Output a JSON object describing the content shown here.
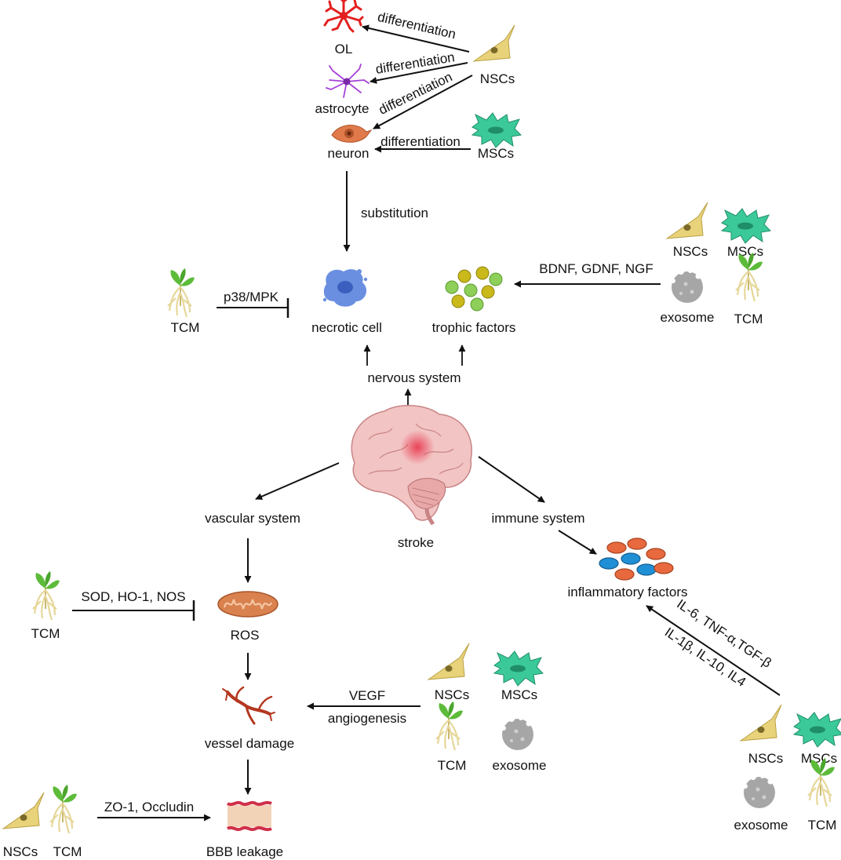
{
  "top": {
    "cells": {
      "ol": "OL",
      "astrocyte": "astrocyte",
      "neuron": "neuron",
      "nscs": "NSCs",
      "mscs": "MSCs"
    },
    "arrows": {
      "to_ol": "differentiation",
      "to_astrocyte": "differentiation",
      "nscs_to_neuron": "differentiation",
      "mscs_to_neuron": "differentiation"
    },
    "substitution": "substitution"
  },
  "nervous": {
    "tcm_left": "TCM",
    "pathway": "p38/MPK",
    "necrotic_cell": "necrotic cell",
    "trophic_factors": "trophic factors",
    "factors": "BDNF, GDNF, NGF",
    "sources": {
      "nscs": "NSCs",
      "mscs": "MSCs",
      "exosome": "exosome",
      "tcm": "TCM"
    },
    "system": "nervous system"
  },
  "center": {
    "label": "stroke"
  },
  "vascular": {
    "system": "vascular system",
    "ros": "ROS",
    "tcm": "TCM",
    "enzymes": "SOD, HO-1, NOS",
    "vessel_damage": "vessel damage",
    "vegf": "VEGF",
    "angiogenesis": "angiogenesis",
    "sources": {
      "nscs": "NSCs",
      "mscs": "MSCs",
      "tcm": "TCM",
      "exosome": "exosome"
    },
    "bbb": "BBB leakage",
    "junctions": "ZO-1, Occludin",
    "bbb_sources": {
      "nscs": "NSCs",
      "tcm": "TCM"
    }
  },
  "immune": {
    "system": "immune system",
    "inflammatory": "inflammatory factors",
    "cytokines_1": "IL-6, TNF-α,TGF-β",
    "cytokines_2": "IL-1β, IL-10, IL4",
    "sources": {
      "nscs": "NSCs",
      "mscs": "MSCs",
      "exosome": "exosome",
      "tcm": "TCM"
    }
  },
  "colors": {
    "nsc": "#e8d27a",
    "msc": "#3cc99a",
    "ol": "#e32020",
    "astrocyte": "#a640d8",
    "neuron": "#e07a4a",
    "necrotic": "#6a8fe0",
    "exosome": "#a6a6a6",
    "tcm_leaf": "#5dbb3a",
    "tcm_root": "#e6d79a",
    "brain": "#f2c4c4",
    "ros": "#d9824f",
    "vessel": "#b5371f",
    "inflam_orange": "#e8693e",
    "inflam_blue": "#1f8fd6"
  }
}
